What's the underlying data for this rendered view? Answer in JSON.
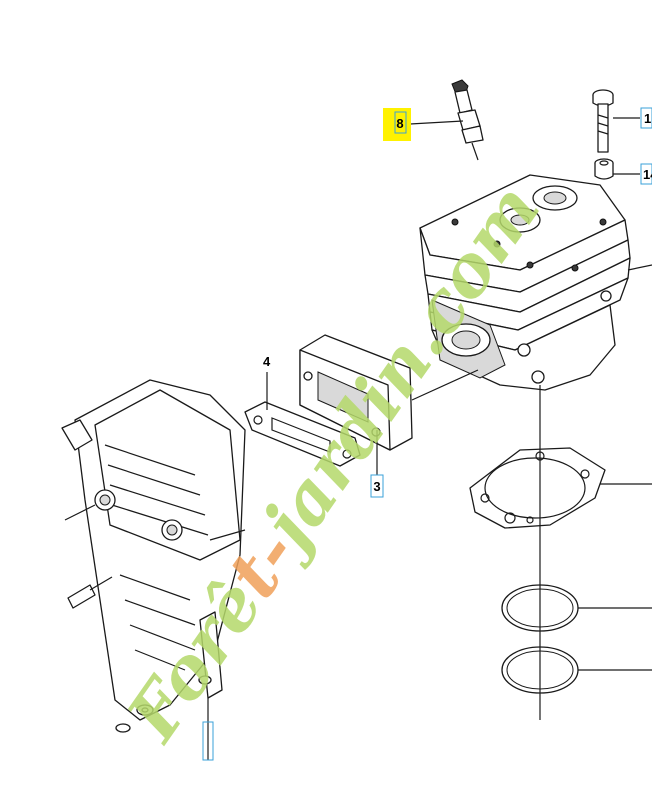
{
  "callouts": {
    "c8": "8",
    "c4": "4",
    "c3": "3",
    "c1": "1",
    "c14": "14"
  },
  "watermark": {
    "text": "Forêt-jardin.com",
    "color_orange": "#f0a15a",
    "color_green": "#b5d96b"
  },
  "highlight_color": "#fff200",
  "box_color": "#3aa0d8"
}
